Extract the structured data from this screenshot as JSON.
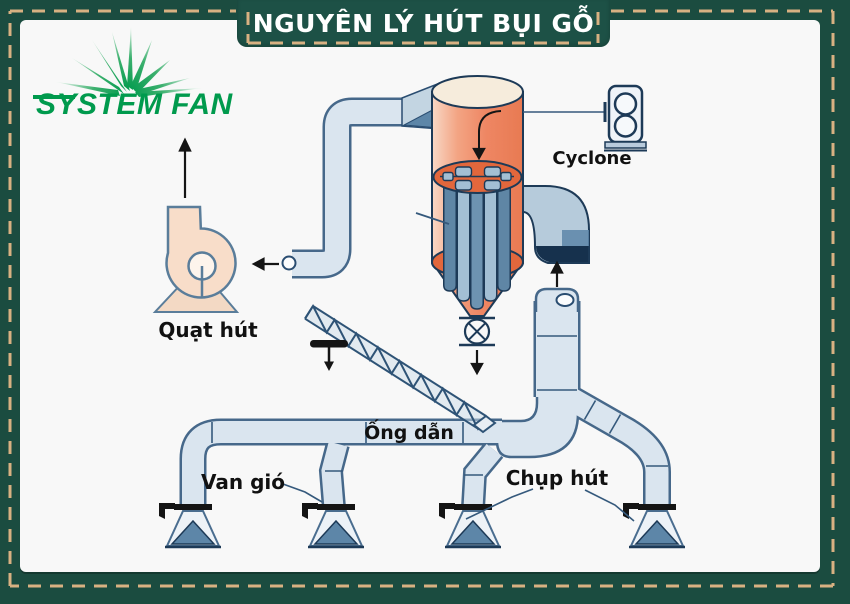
{
  "title_banner": {
    "title": "NGUYÊN LÝ HÚT BỤI GỖ"
  },
  "logo": {
    "text": "SYSTEM FAN"
  },
  "diagram_labels": {
    "suction_fan": "Quạt hút",
    "cyclone": "Cyclone",
    "duct": "Ống dẫn",
    "air_valve": "Van gió",
    "suction_hood": "Chụp hút"
  },
  "colors": {
    "frame_green": "#1b4c40",
    "banner_green": "#1d5146",
    "dash_tan": "#d8b182",
    "panel_white": "#f8f8f8",
    "logo_green": "#009a4d",
    "cyclone_salmon": "#ef8f6d",
    "cyclone_disc_orange": "#e2673c",
    "cyclone_top_cream": "#f6ecdc",
    "fan_peach": "#f8ddc9",
    "duct_fill": "#dae5ef",
    "duct_outline": "#46688a",
    "navy_outline": "#1d3a57",
    "hood_blue": "#5d86a8",
    "label_black": "#111111"
  }
}
